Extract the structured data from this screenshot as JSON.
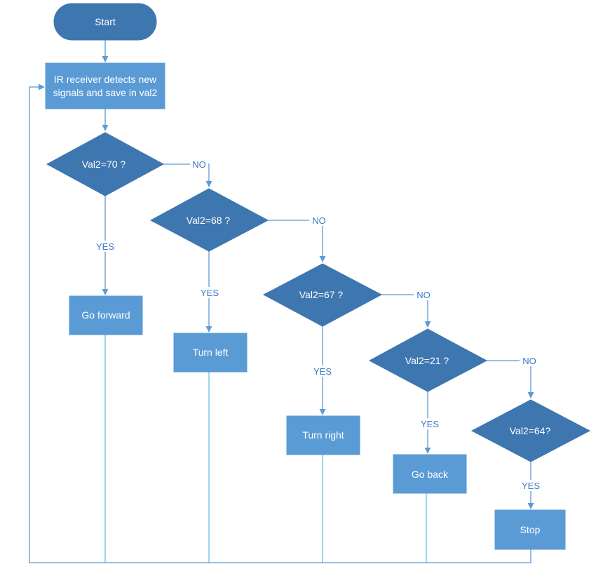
{
  "colors": {
    "decision_fill": "#3e76b0",
    "process_fill": "#5b9bd5",
    "connector": "#5b9bd5",
    "label_text": "#3a78c2"
  },
  "nodes": {
    "start": "Start",
    "ir_receiver_line1": "IR receiver detects new",
    "ir_receiver_line2": "signals and save in val2",
    "decision_70": "Val2=70 ?",
    "decision_68": "Val2=68 ?",
    "decision_67": "Val2=67 ?",
    "decision_21": "Val2=21 ?",
    "decision_64": "Val2=64?",
    "go_forward": "Go forward",
    "turn_left": "Turn left",
    "turn_right": "Turn right",
    "go_back": "Go back",
    "stop": "Stop"
  },
  "edge_labels": {
    "yes": "YES",
    "no": "NO"
  }
}
